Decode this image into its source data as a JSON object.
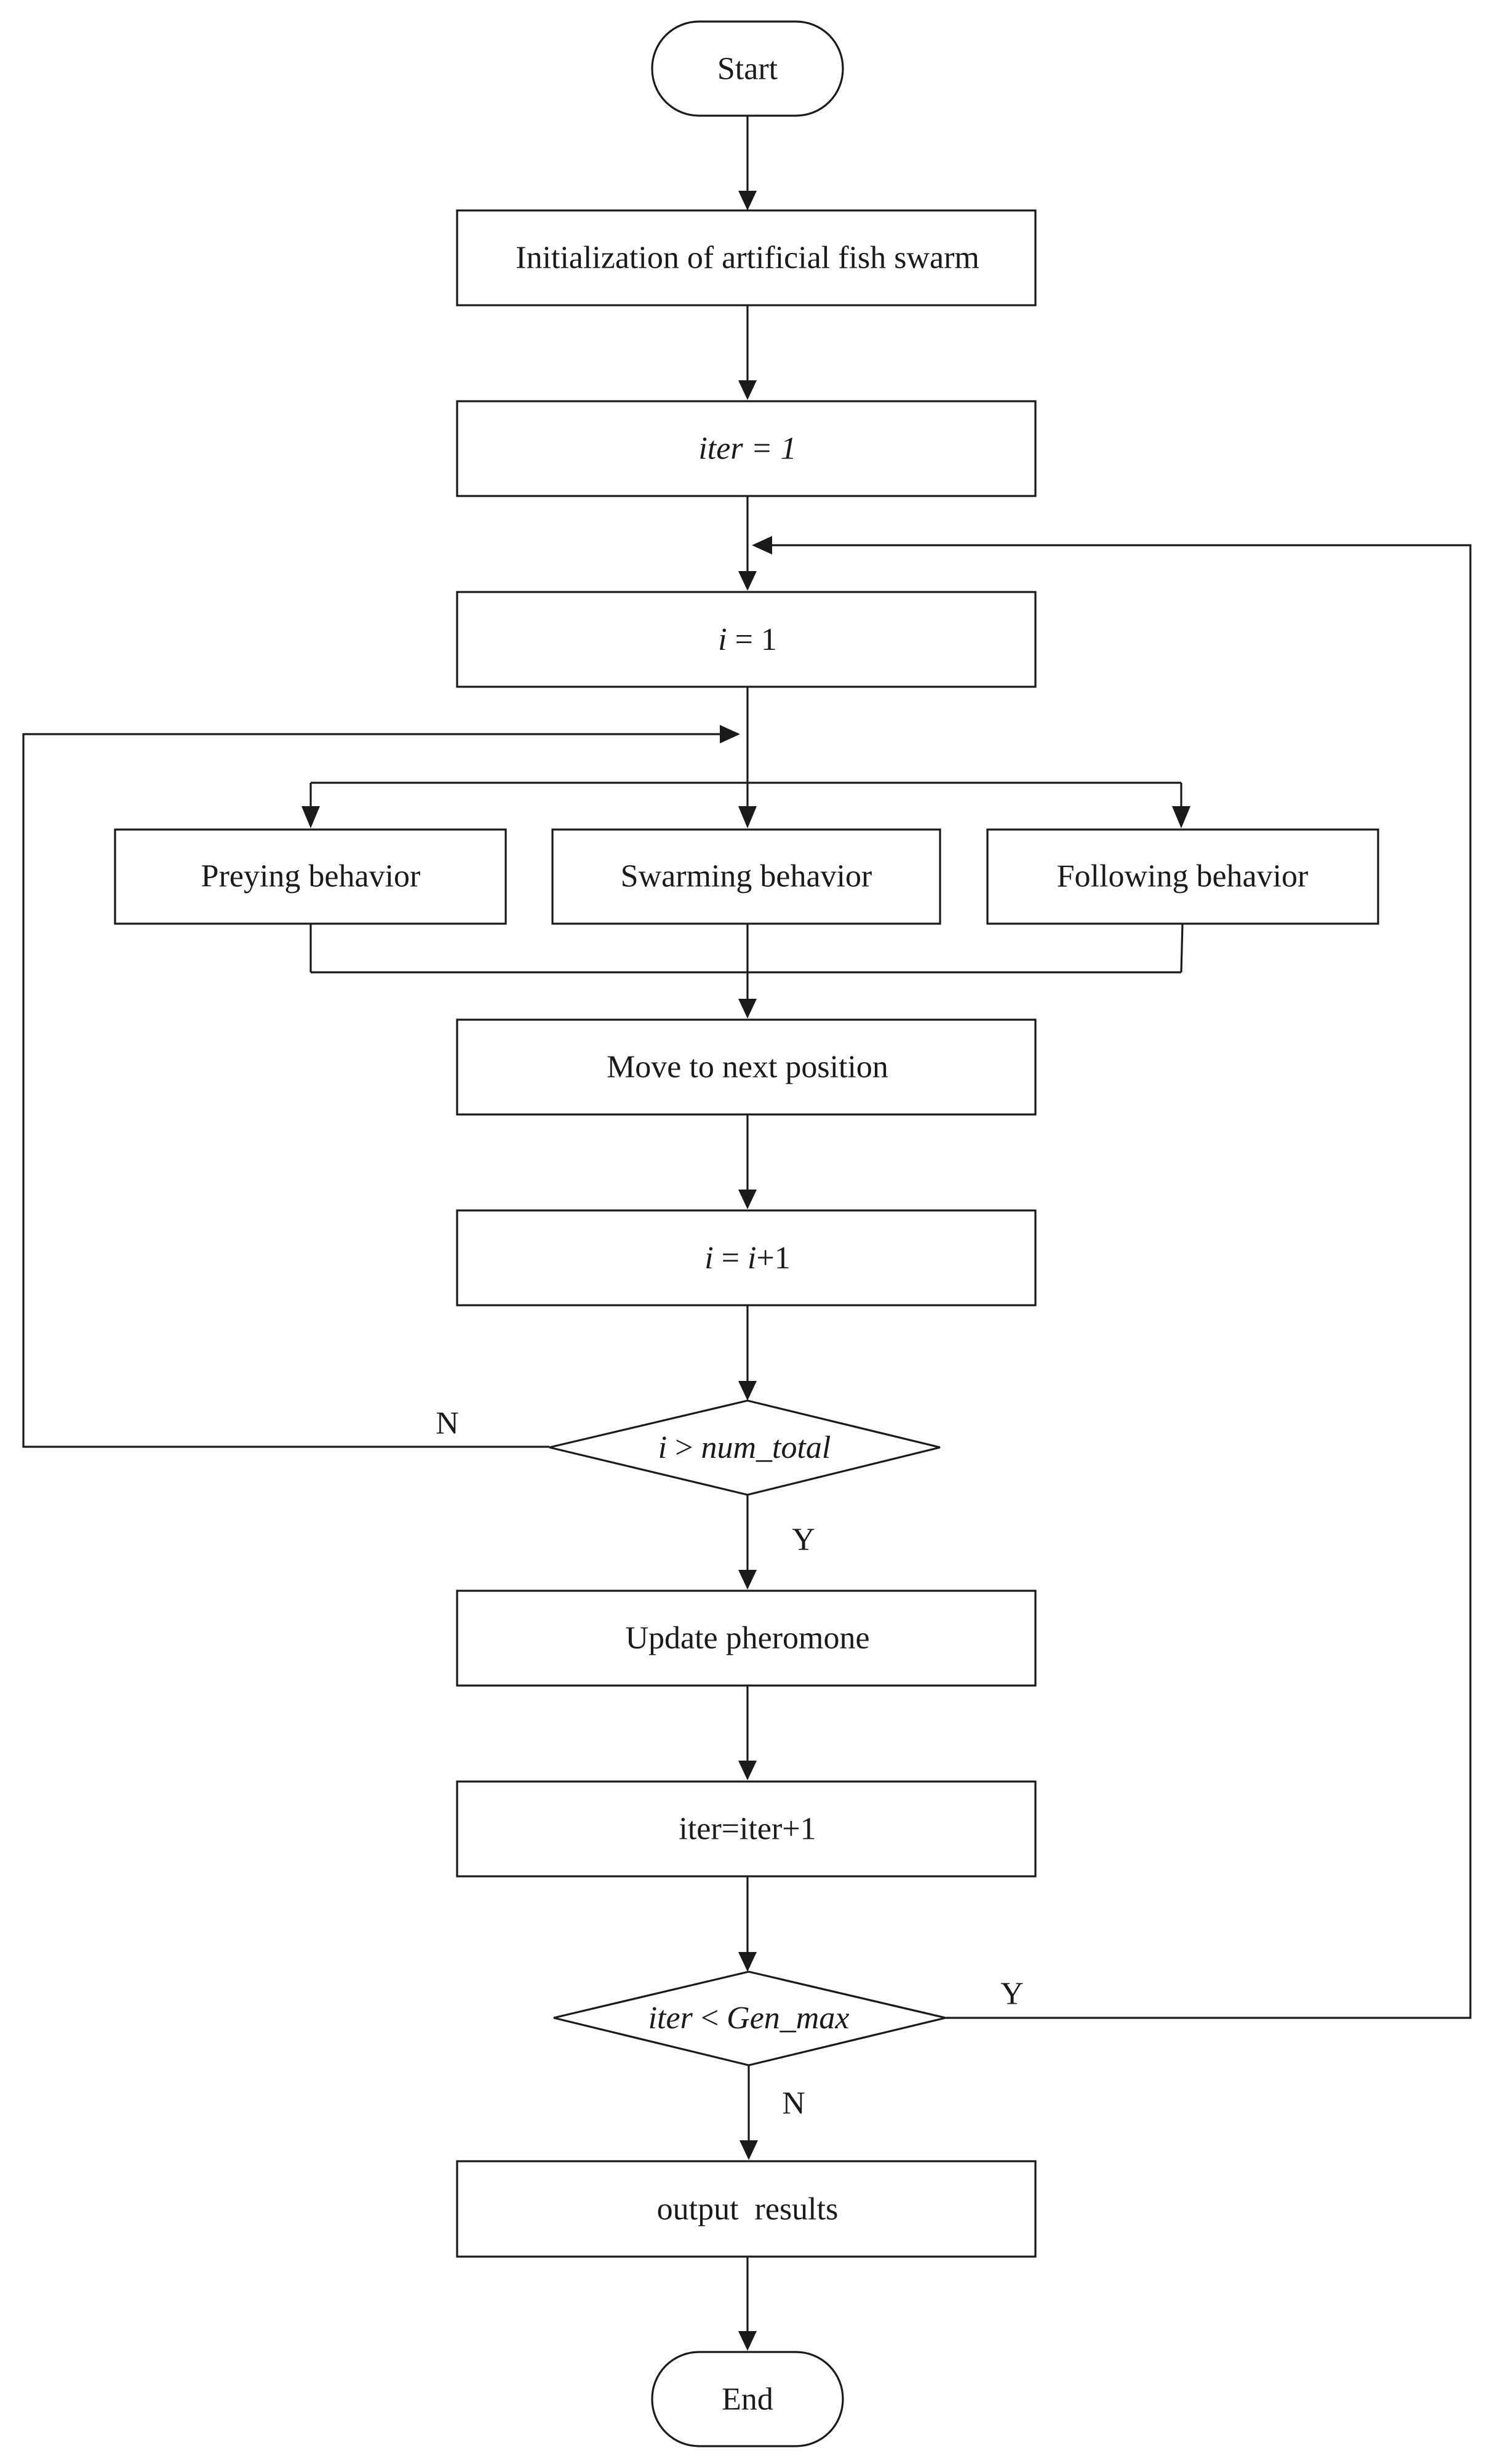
{
  "nodes": {
    "start": "Start",
    "init": "Initialization of artificial fish swarm",
    "iter_init": "iter = 1",
    "i_init": {
      "var": "i",
      "rest": " = 1"
    },
    "preying": "Preying behavior",
    "swarming": "Swarming behavior",
    "following": "Following behavior",
    "move": "Move to next position",
    "i_inc": {
      "var1": "i",
      "mid": " = ",
      "var2": "i",
      "rest": "+1"
    },
    "decision_i": {
      "var1": "i",
      "op": " > ",
      "var2": "num_total"
    },
    "update": "Update pheromone",
    "iter_inc": "iter=iter+1",
    "decision_iter": {
      "var1": "iter",
      "op": " < ",
      "var2": "Gen_max"
    },
    "output": "output  results",
    "end": "End"
  },
  "edge_labels": {
    "decision_i_no": "N",
    "decision_i_yes": "Y",
    "decision_iter_yes": "Y",
    "decision_iter_no": "N"
  }
}
